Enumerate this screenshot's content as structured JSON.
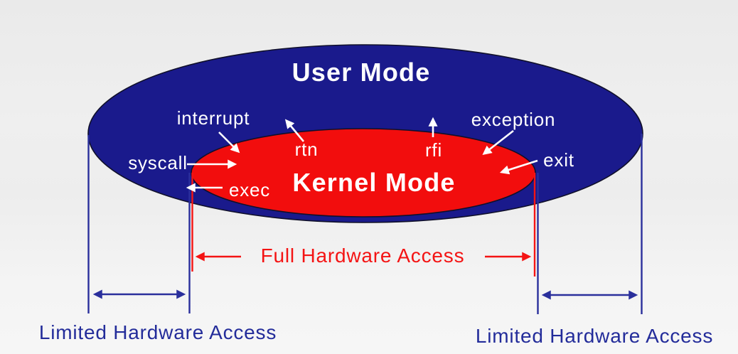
{
  "diagram": {
    "title_outer": "User Mode",
    "title_inner": "Kernel Mode",
    "transitions": {
      "interrupt": "interrupt",
      "syscall": "syscall",
      "exec": "exec",
      "rtn": "rtn",
      "rfi": "rfi",
      "exception": "exception",
      "exit": "exit"
    },
    "access": {
      "full": "Full Hardware Access",
      "limited_left": "Limited Hardware Access",
      "limited_right": "Limited Hardware Access"
    }
  },
  "colors": {
    "user_mode_fill": "#1a1a8c",
    "kernel_mode_fill": "#f20d0d",
    "ellipse_outline": "#10102a",
    "navy_line": "#2a2f9c",
    "red_line": "#f41414",
    "arrow_white": "#ffffff",
    "background": "#efefef"
  }
}
